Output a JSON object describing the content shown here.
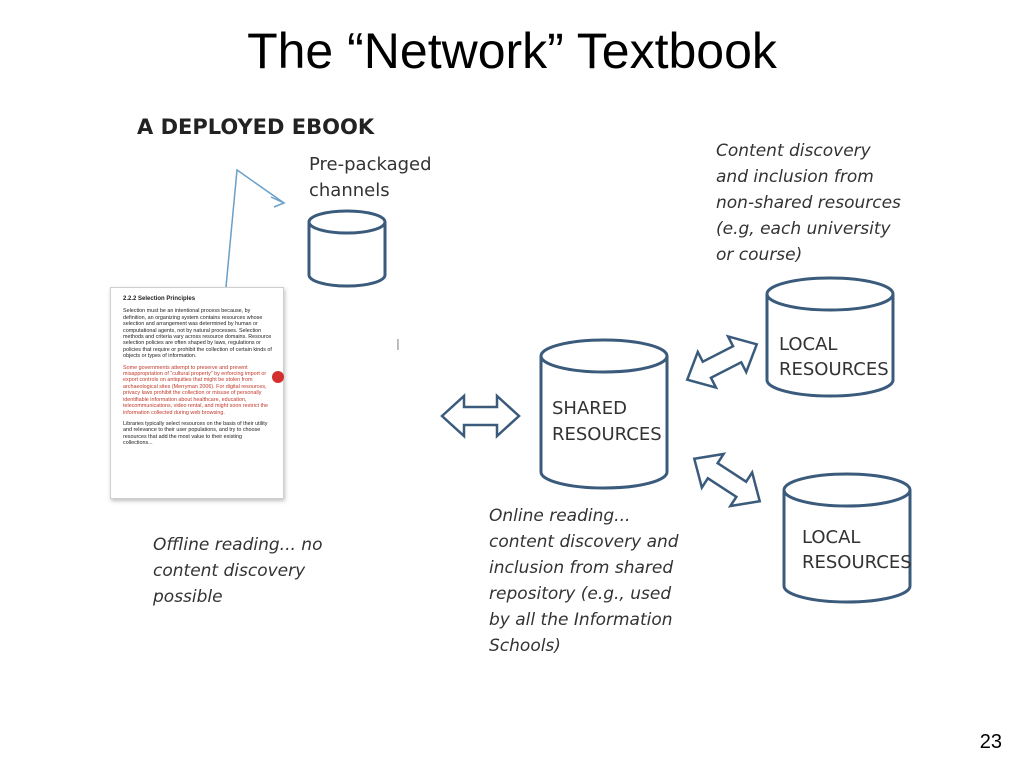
{
  "slide": {
    "title": "The “Network” Textbook",
    "page_number": "23"
  },
  "diagram": {
    "heading": "A DEPLOYED EBOOK",
    "prepackaged_label": [
      "Pre-packaged",
      "channels"
    ],
    "shared_db_label": [
      "SHARED",
      "RESOURCES"
    ],
    "local_db_top_label": [
      "LOCAL",
      "RESOURCES"
    ],
    "local_db_bottom_label": [
      "LOCAL",
      "RESOURCES"
    ],
    "caption_offline": [
      "Offline reading... no",
      "content discovery",
      "possible"
    ],
    "caption_online": [
      "Online reading...",
      "content discovery and",
      "inclusion from shared",
      "repository (e.g., used",
      "by all the Information",
      "Schools)"
    ],
    "caption_nonshared": [
      "Content discovery",
      "and inclusion from",
      "non-shared resources",
      "(e.g, each university",
      "or course)"
    ],
    "stray_mark": "l",
    "colors": {
      "cylinder_stroke": "#3b5b7c",
      "arrow_stroke": "#3b5b7c",
      "pointer_line": "#6aa0c8",
      "doc_red_text": "#c0392b",
      "doc_dot": "#d32f2f"
    }
  },
  "document_excerpt": {
    "heading": "2.2.2 Selection Principles",
    "paragraph_1": "Selection must be an intentional process because, by definition, an organizing system contains resources whose selection and arrangement was determined by human or computational agents, not by natural processes. Selection methods and criteria vary across resource domains. Resource selection policies are often shaped by laws, regulations or policies that require or prohibit the collection of certain kinds of objects or types of information.",
    "paragraph_2_red": "Some governments attempt to preserve and prevent misappropriation of “cultural property” by enforcing import or export controls on antiquities that might be stolen from archaeological sites (Merryman 2006). For digital resources, privacy laws prohibit the collection or misuse of personally identifiable information about healthcare, education, telecommunications, video rental, and might soon restrict the information collected during web browsing.",
    "paragraph_3": "Libraries typically select resources on the basis of their utility and relevance to their user populations, and try to choose resources that add the most value to their existing collections..."
  }
}
